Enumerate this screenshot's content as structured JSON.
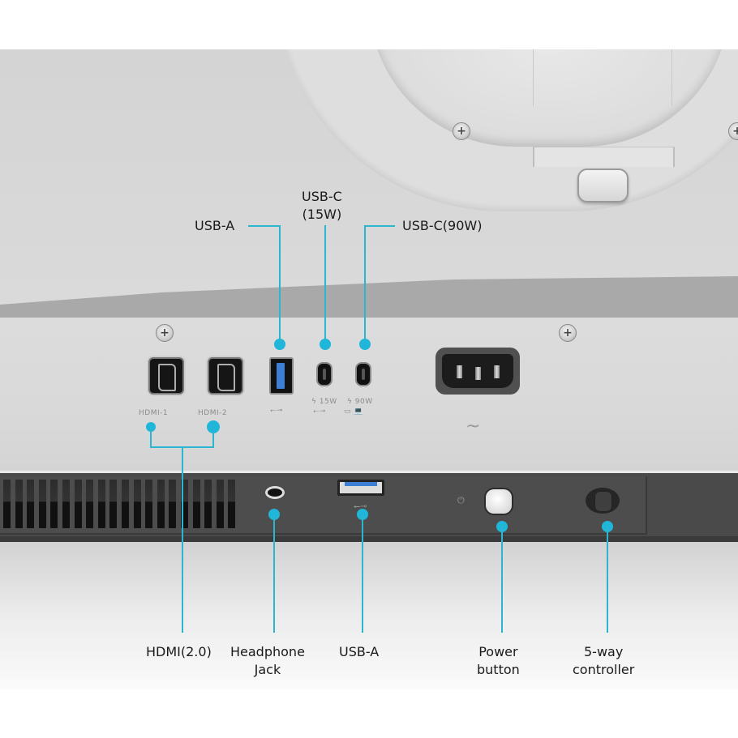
{
  "image": {
    "subject": "Monitor rear I/O panel diagram",
    "accent_color": "#1fb6d9"
  },
  "top_callouts": [
    {
      "id": "usb-a-top",
      "label": "USB-A"
    },
    {
      "id": "usb-c-15w",
      "label_line1": "USB-C",
      "label_line2": "(15W)"
    },
    {
      "id": "usb-c-90w",
      "label": "USB-C(90W)"
    }
  ],
  "bottom_callouts": [
    {
      "id": "hdmi",
      "label": "HDMI(2.0)"
    },
    {
      "id": "headphone",
      "label_line1": "Headphone",
      "label_line2": "Jack"
    },
    {
      "id": "usb-a-bottom",
      "label": "USB-A"
    },
    {
      "id": "power",
      "label_line1": "Power",
      "label_line2": "button"
    },
    {
      "id": "controller",
      "label_line1": "5-way",
      "label_line2": "controller"
    }
  ],
  "port_labels": {
    "hdmi1": "HDMI-1",
    "hdmi2": "HDMI-2",
    "usba_symbol": "⭠⊸",
    "usbc15_power": "ϟ 15W",
    "usbc15_symbol": "⭠⊸",
    "usbc90_power": "ϟ 90W",
    "usbc90_symbol": "▭ 💻",
    "ac_symbol": "~",
    "power_symbol": "⏻",
    "front_usb_symbol": "⭠⊸"
  }
}
